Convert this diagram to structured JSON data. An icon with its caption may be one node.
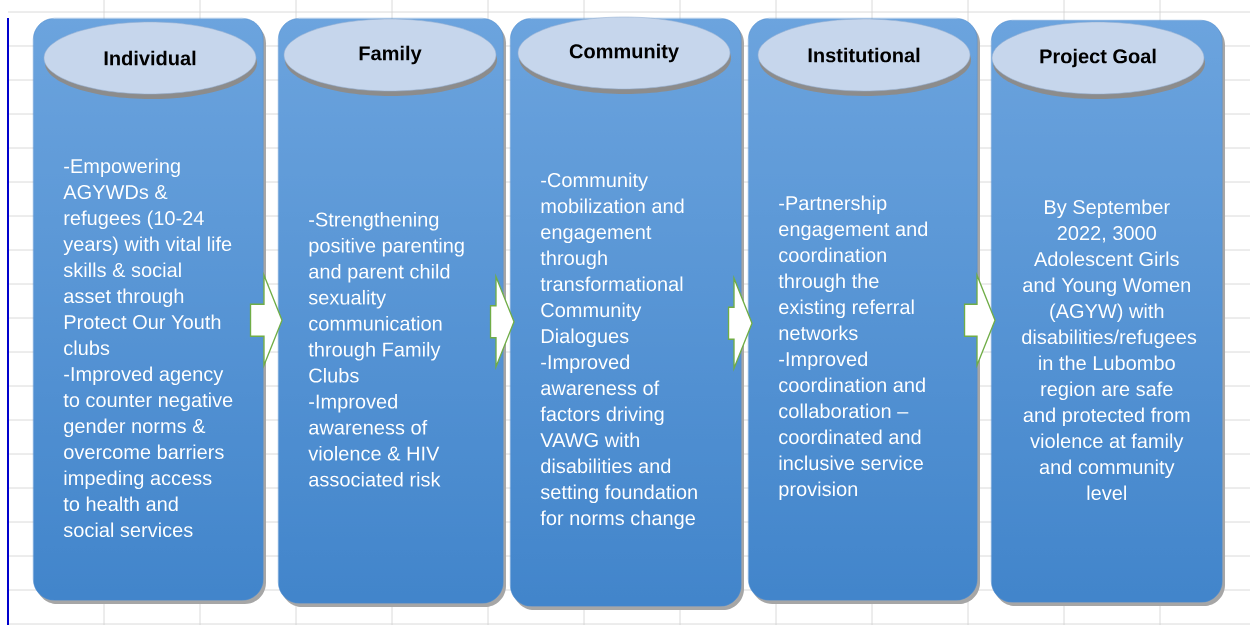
{
  "diagram": {
    "nodes": [
      {
        "text": [
          "-Empowering AGYWDs & refugees (10-24 years) with vital life skills & social asset through Protect Our Youth clubs",
          "-Improved agency to counter negative gender norms & overcome barriers impeding access to health and social services"
        ]
      },
      {
        "text": [
          "Individual"
        ],
        "in": 0
      },
      {
        "text": [
          "-Strengthening positive parenting and parent child sexuality communication through Family Clubs",
          "-Improved awareness of violence & HIV associated risk"
        ]
      },
      {
        "text": [
          "Family"
        ],
        "in": 2
      },
      {
        "text": [
          "-Community mobilization and engagement through transformational Community Dialogues",
          "-Improved awareness of factors driving VAWG with disabilities and setting foundation for norms change"
        ]
      },
      {
        "text": [
          "Community"
        ],
        "in": 4
      },
      {
        "text": [
          "-Partnership engagement and coordination through the existing referral networks",
          "-Improved coordination and collaboration – coordinated and inclusive service provision"
        ]
      },
      {
        "text": [
          "Institutional"
        ],
        "in": 6
      },
      {
        "text": [
          "By September 2022, 3000 Adolescent Girls and Young Women (AGYW) with disabilities/refugees in the Lubombo region are safe and protected from violence at family and community level"
        ]
      },
      {
        "text": [
          "Project Goal"
        ],
        "in": 8
      }
    ],
    "edges": [
      {
        "from": 0,
        "to": 2,
        "arrow": "to"
      },
      {
        "from": 2,
        "to": 4,
        "arrow": "to"
      },
      {
        "from": 4,
        "to": 6,
        "arrow": "to"
      },
      {
        "from": 6,
        "to": 8,
        "arrow": "to"
      }
    ]
  }
}
